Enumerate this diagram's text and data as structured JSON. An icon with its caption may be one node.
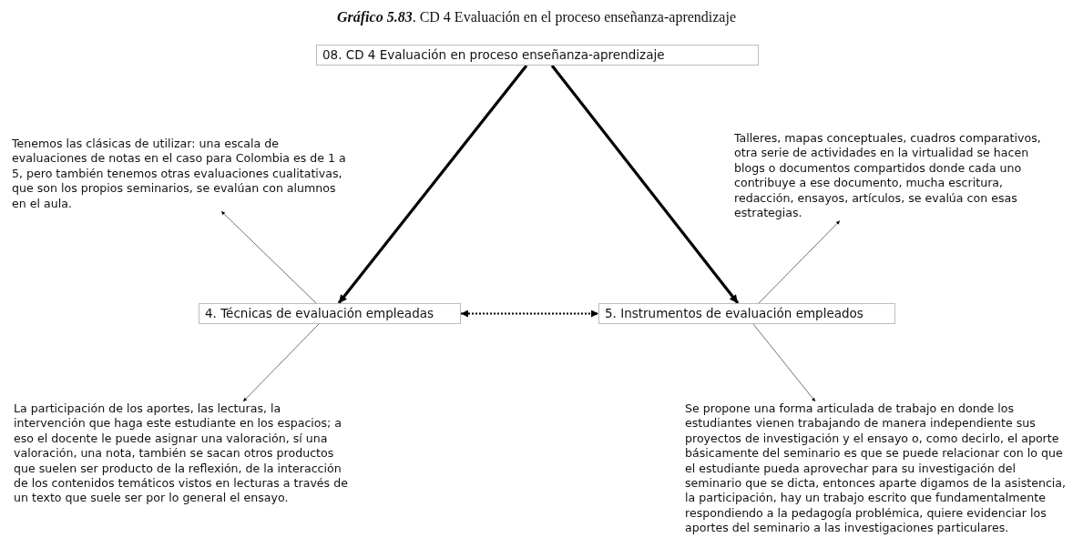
{
  "diagram": {
    "title": "**Gráfico 5.83**. CD 4 Evaluación en el proceso enseñanza-aprendizaje",
    "nodes": [
      {
        "text": [
          "08. CD 4 Evaluación en proceso enseñanza-aprendizaje"
        ]
      },
      {
        "text": [
          "4. Técnicas de evaluación empleadas"
        ]
      },
      {
        "text": [
          "5. Instrumentos de evaluación empleados"
        ]
      },
      {
        "text": [
          "Tenemos las clásicas de utilizar: una escala de evaluaciones de notas en el caso para Colombia es de 1 a 5, pero también tenemos otras evaluaciones cualitativas, que son los propios  seminarios, se evalúan con alumnos en el aula."
        ]
      },
      {
        "text": [
          "Talleres, mapas conceptuales, cuadros comparativos, otra serie de actividades en la virtualidad se hacen blogs o documentos compartidos donde  cada uno contribuye  a ese documento, mucha escritura, redacción, ensayos, artículos, se evalúa con esas estrategias."
        ]
      },
      {
        "text": [
          "La participación de los aportes, las lecturas, la intervención que haga este estudiante en los espacios; a eso el docente le puede asignar una valoración, sí una valoración, una nota, también se sacan otros productos que suelen ser producto de la reflexión, de la interacción de los contenidos temáticos vistos en lecturas a través de un texto que suele ser por lo general el ensayo."
        ]
      },
      {
        "text": [
          "Se propone una forma articulada de trabajo en donde los estudiantes vienen trabajando de manera independiente sus proyectos de investigación y el ensayo o, como decirlo, el aporte básicamente del seminario es que se puede relacionar con lo que el estudiante pueda  aprovechar para su  investigación del seminario que se dicta, entonces aparte digamos de la asistencia, la participación, hay un trabajo escrito que fundamentalmente respondiendo a la pedagogía problémica, quiere evidenciar los aportes del seminario a las investigaciones particulares."
        ]
      }
    ],
    "edges": [
      {
        "from": 0,
        "to": 1,
        "arrow": "to",
        "style": "thick"
      },
      {
        "from": 0,
        "to": 2,
        "arrow": "to",
        "style": "thick"
      },
      {
        "from": 1,
        "to": 2,
        "arrow": "both",
        "style": "dashed"
      },
      {
        "from": 1,
        "to": 3,
        "arrow": "to"
      },
      {
        "from": 2,
        "to": 4,
        "arrow": "to"
      },
      {
        "from": 1,
        "to": 5,
        "arrow": "to"
      },
      {
        "from": 2,
        "to": 6,
        "arrow": "to"
      }
    ]
  }
}
